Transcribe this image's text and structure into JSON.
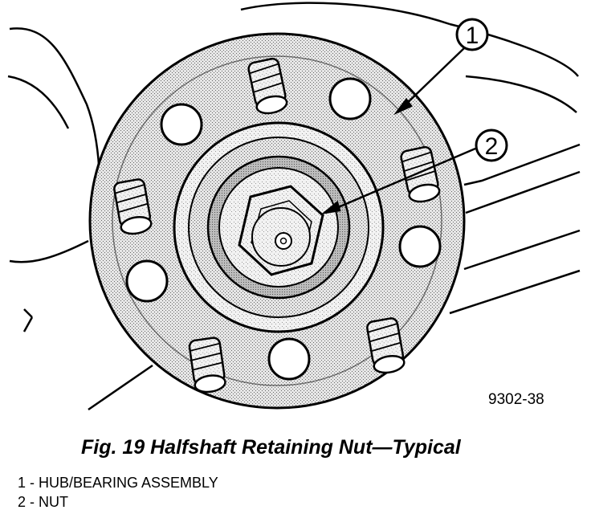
{
  "figure": {
    "code": "9302-38",
    "callouts": [
      {
        "number": "1",
        "label": "HUB/BEARING ASSEMBLY"
      },
      {
        "number": "2",
        "label": "NUT"
      }
    ]
  },
  "caption": "Fig. 19 Halfshaft Retaining Nut—Typical",
  "legend": [
    {
      "text": "1 - HUB/BEARING ASSEMBLY"
    },
    {
      "text": "2 - NUT"
    }
  ],
  "colors": {
    "ink": "#000000",
    "stipple": "#c8c8c8",
    "paper": "#ffffff"
  }
}
